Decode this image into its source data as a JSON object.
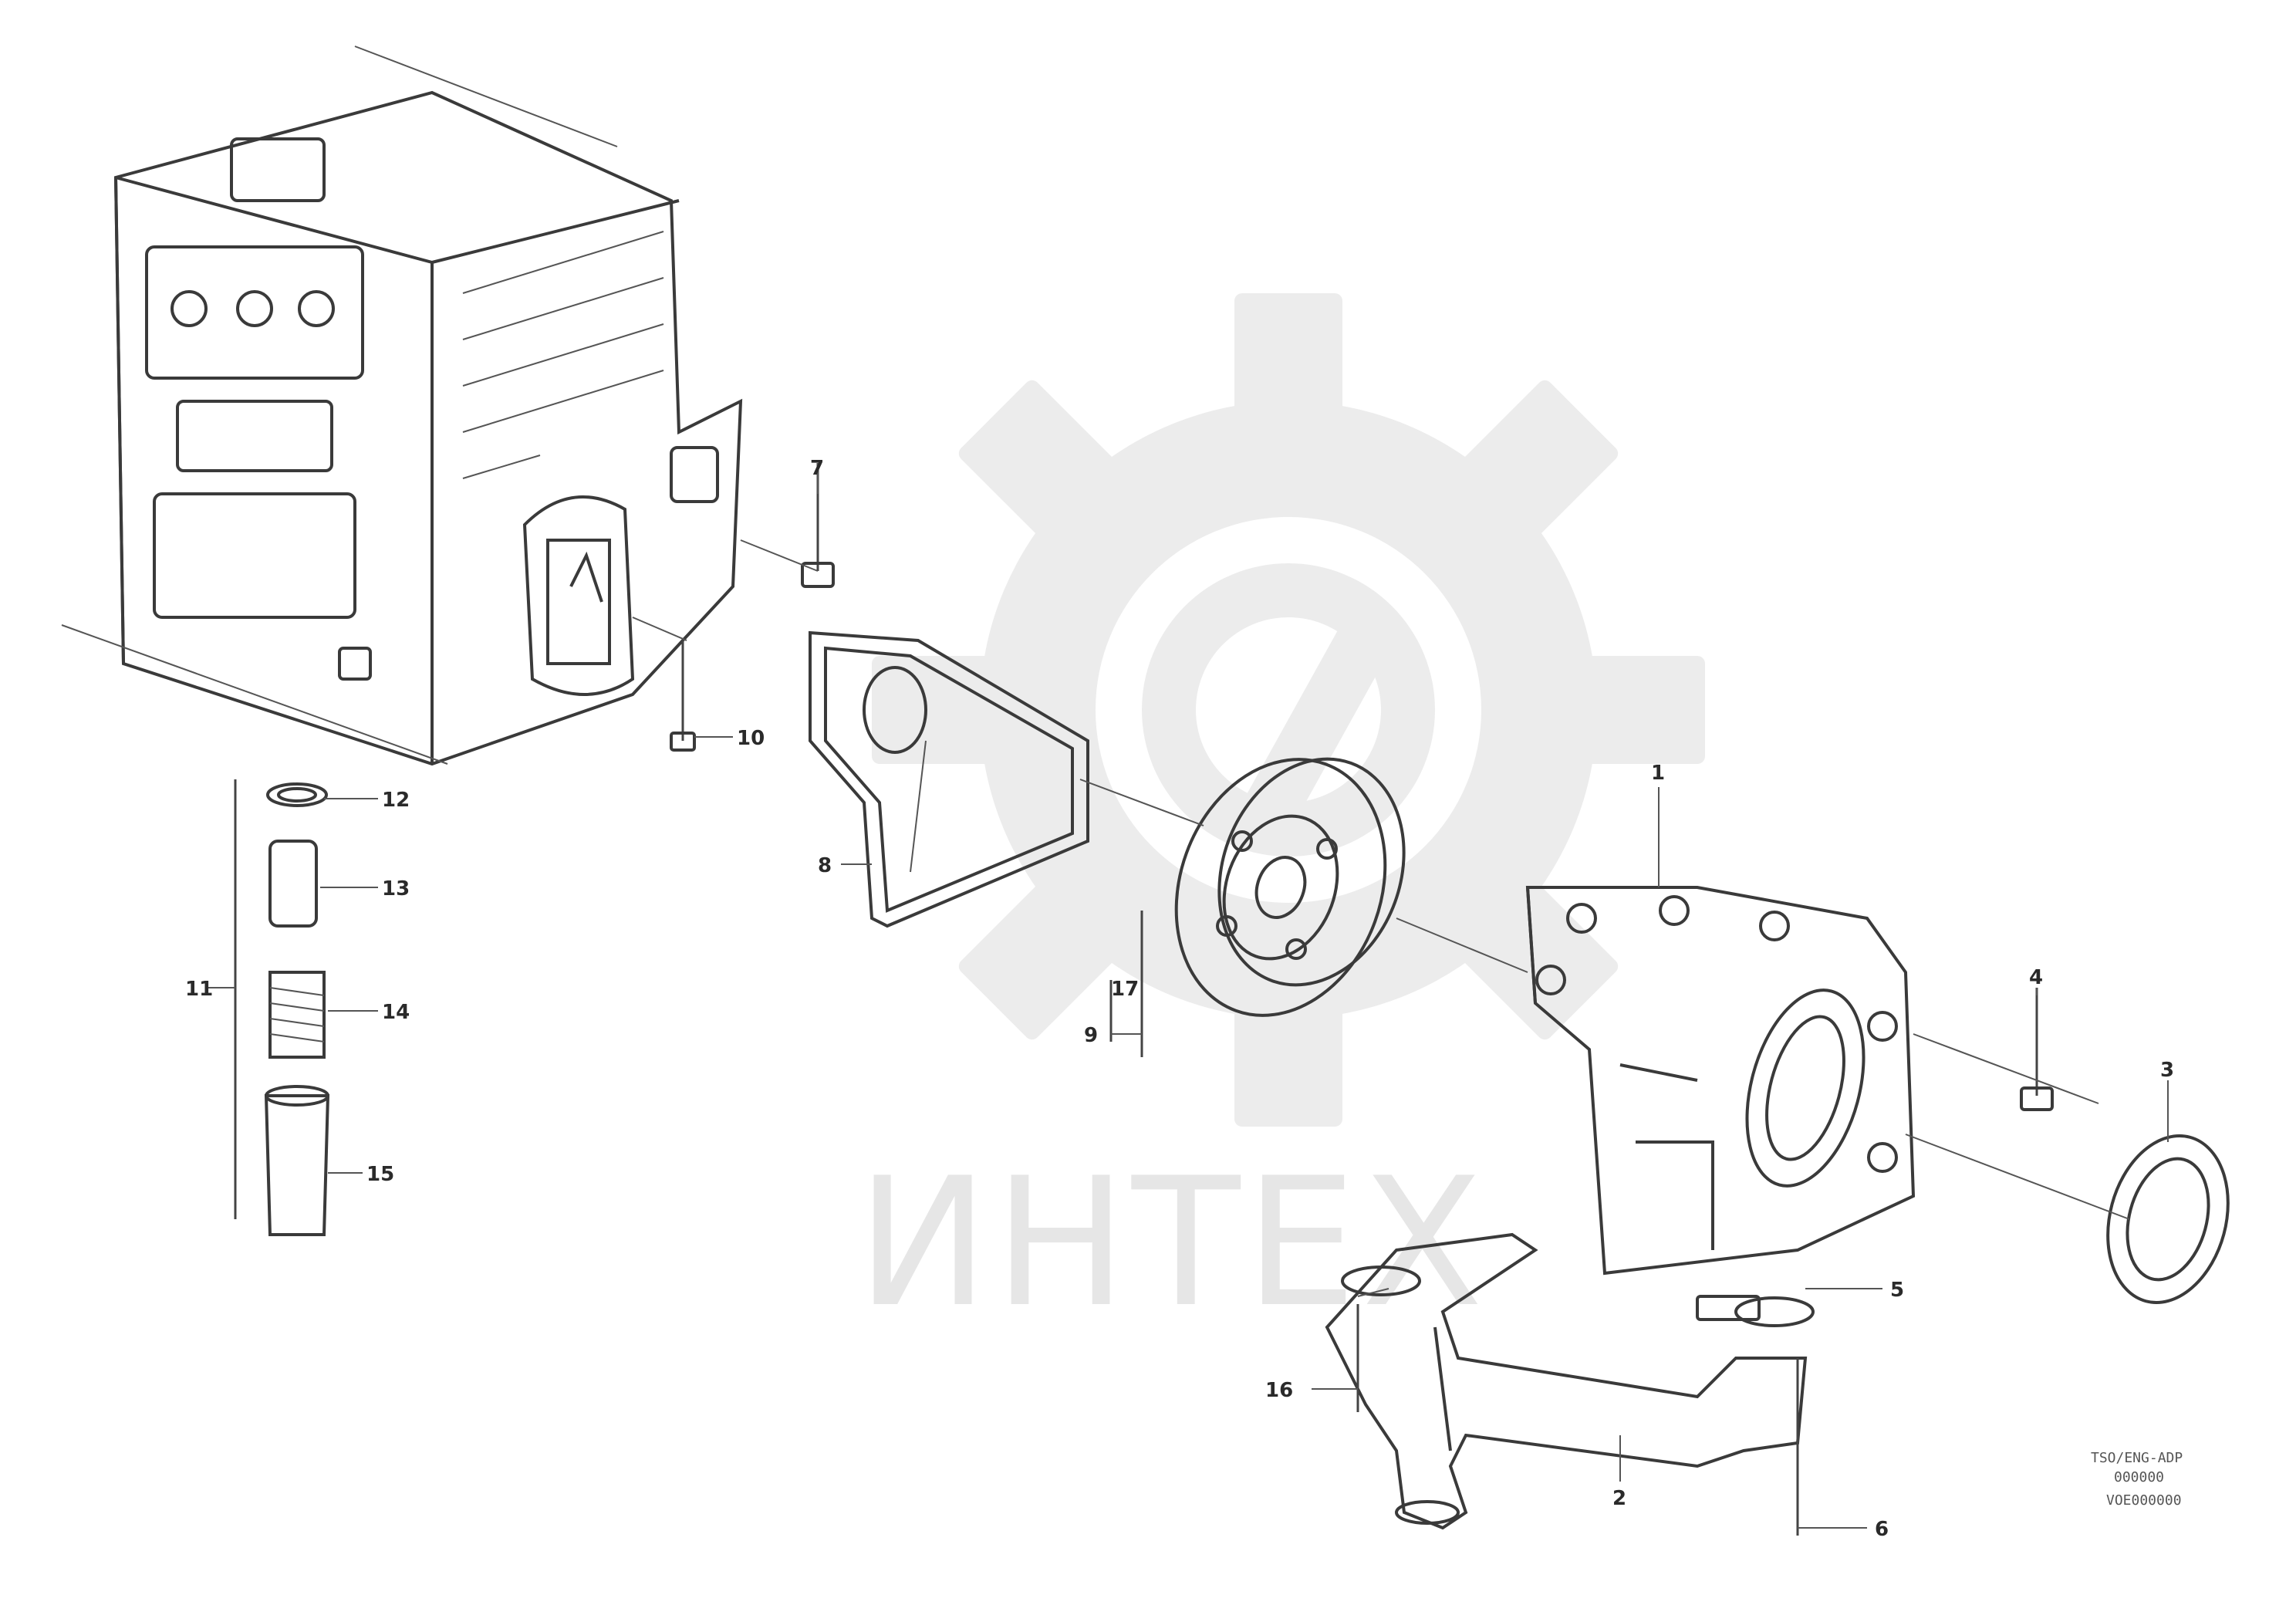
{
  "watermark": {
    "text": "ИНТЕХ",
    "icon": "gear-icon",
    "color": "#e6e6e6"
  },
  "callouts": {
    "c1": "1",
    "c2": "2",
    "c3": "3",
    "c4": "4",
    "c5": "5",
    "c6": "6",
    "c7": "7",
    "c8": "8",
    "c9": "9",
    "c10": "10",
    "c11": "11",
    "c12": "12",
    "c13": "13",
    "c14": "14",
    "c15": "15",
    "c16": "16",
    "c17": "17"
  },
  "drawing_code": {
    "line1": "TSO/ENG-ADP",
    "line2": "000000",
    "line3": "VOE000000"
  },
  "colors": {
    "line": "#3a3a3a",
    "background": "#ffffff"
  }
}
